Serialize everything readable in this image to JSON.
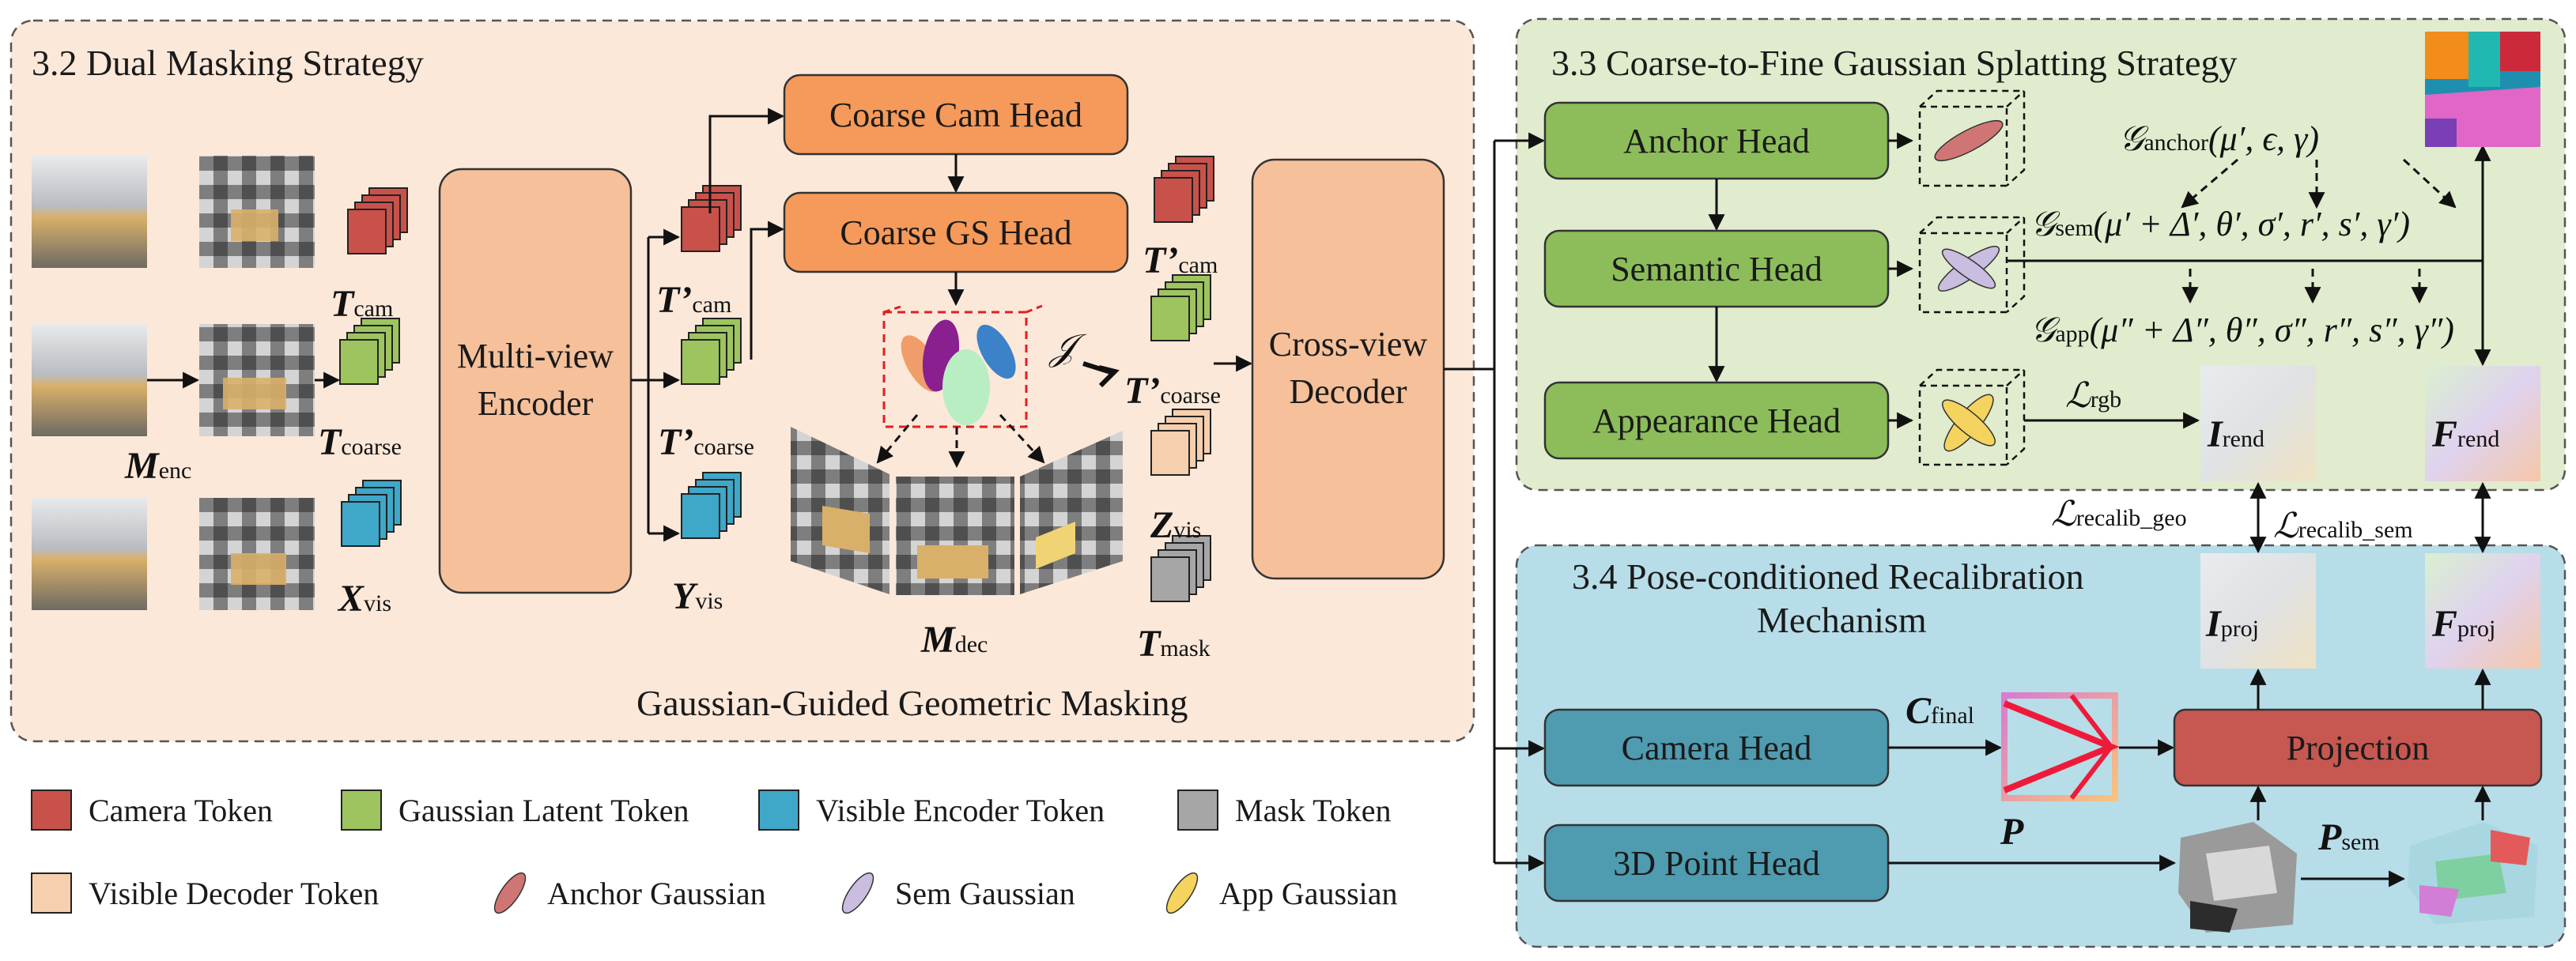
{
  "panels": {
    "masking": {
      "title": "3.2 Dual Masking Strategy",
      "caption": "Gaussian-Guided Geometric Masking"
    },
    "splatting": {
      "title": "3.3 Coarse-to-Fine Gaussian Splatting Strategy"
    },
    "recalib": {
      "title_line1": "3.4 Pose-conditioned Recalibration",
      "title_line2": "Mechanism"
    }
  },
  "blocks": {
    "encoder": [
      "Multi-view",
      "Encoder"
    ],
    "decoder": [
      "Cross-view",
      "Decoder"
    ],
    "coarse_cam": "Coarse Cam Head",
    "coarse_gs": "Coarse GS Head",
    "anchor_head": "Anchor Head",
    "semantic_head": "Semantic Head",
    "appearance_head": "Appearance Head",
    "camera_head": "Camera Head",
    "point_head": "3D Point Head",
    "projection": "Projection"
  },
  "symbols": {
    "m_enc": {
      "main": "M",
      "sub": "enc"
    },
    "t_cam": {
      "main": "T",
      "sub": "cam"
    },
    "t_coarse": {
      "main": "T",
      "sub": "coarse"
    },
    "x_vis": {
      "main": "X",
      "sub": "vis"
    },
    "tp_cam": {
      "main": "T’",
      "sub": "cam"
    },
    "tp_coarse": {
      "main": "T’",
      "sub": "coarse"
    },
    "y_vis": {
      "main": "Y",
      "sub": "vis"
    },
    "m_dec": {
      "main": "M",
      "sub": "dec"
    },
    "j": "𝒥",
    "tp_cam2": {
      "main": "T’",
      "sub": "cam"
    },
    "tp_coarse2": {
      "main": "T’",
      "sub": "coarse"
    },
    "z_vis": {
      "main": "Z",
      "sub": "vis"
    },
    "t_mask": {
      "main": "T",
      "sub": "mask"
    },
    "g_anchor": {
      "main": "𝒢",
      "sub": "anchor",
      "args": "(μ′, ϵ, γ)"
    },
    "g_sem": {
      "main": "𝒢",
      "sub": "sem",
      "args": "(μ′ + Δ′, θ′, σ′, r′, s′, γ′)"
    },
    "g_app": {
      "main": "𝒢",
      "sub": "app",
      "args": "(μ″ + Δ″, θ″, σ″, r″, s″, γ″)"
    },
    "l_rgb": {
      "main": "ℒ",
      "sub": "rgb"
    },
    "i_rend": {
      "main": "I",
      "sub": "rend"
    },
    "f_rend": {
      "main": "F",
      "sub": "rend"
    },
    "l_geo": {
      "main": "ℒ",
      "sub": "recalib_geo"
    },
    "l_sem": {
      "main": "ℒ",
      "sub": "recalib_sem"
    },
    "i_proj": {
      "main": "I",
      "sub": "proj"
    },
    "f_proj": {
      "main": "F",
      "sub": "proj"
    },
    "c_final": {
      "main": "C",
      "sub": "final"
    },
    "p": {
      "main": "P",
      "sub": ""
    },
    "p_sem": {
      "main": "P",
      "sub": "sem"
    }
  },
  "legend": [
    {
      "label": "Camera Token",
      "color": "#c8524a"
    },
    {
      "label": "Gaussian Latent Token",
      "color": "#9dc45f"
    },
    {
      "label": "Visible Encoder Token",
      "color": "#3fa7c7"
    },
    {
      "label": "Mask Token",
      "color": "#a6a6a6"
    },
    {
      "label": "Visible Decoder Token",
      "color": "#f6cfae"
    },
    {
      "label": "Anchor Gaussian",
      "color": "#cf7675"
    },
    {
      "label": "Sem Gaussian",
      "color": "#c9bde0"
    },
    {
      "label": "App Gaussian",
      "color": "#f4d35e"
    }
  ],
  "colors": {
    "masking_bg": "#fce8d9",
    "splat_bg": "#e0eccd",
    "recalib_bg": "#b7dde8",
    "orange_block": "#f59a5a",
    "peach_block": "#f5c09a",
    "green_block": "#8cbd5a",
    "teal_block": "#4f9bb0",
    "proj_block": "#c65751"
  }
}
